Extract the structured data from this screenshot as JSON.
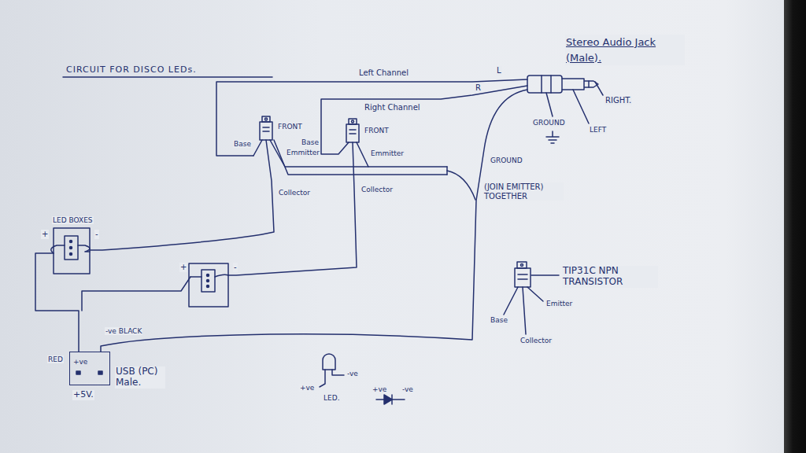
{
  "diagram": {
    "title": "CIRCUIT FOR DISCO LEDs.",
    "nodes": [
      {
        "text": [
          "+ve"
        ]
      }
    ],
    "labels": [
      "Stereo Audio Jack (Male).",
      "Left Channel",
      "L",
      "R",
      "Right Channel",
      "RIGHT.",
      "GROUND",
      "LEFT",
      "FRONT",
      "FRONT",
      "Base",
      "Emmitter",
      "Base",
      "Emmitter",
      "GROUND",
      "(JOIN EMITTER) TOGETHER",
      "Collector",
      "Collector",
      "LED BOXES",
      "+",
      "-",
      "+",
      "-",
      "TIP31C NPN TRANSISTOR",
      "Base",
      "Emitter",
      "Collector",
      "-ve BLACK",
      "RED",
      "USB (PC) Male.",
      "+5V.",
      "+ve",
      "-ve",
      "LED.",
      "+ve",
      "-ve"
    ]
  }
}
